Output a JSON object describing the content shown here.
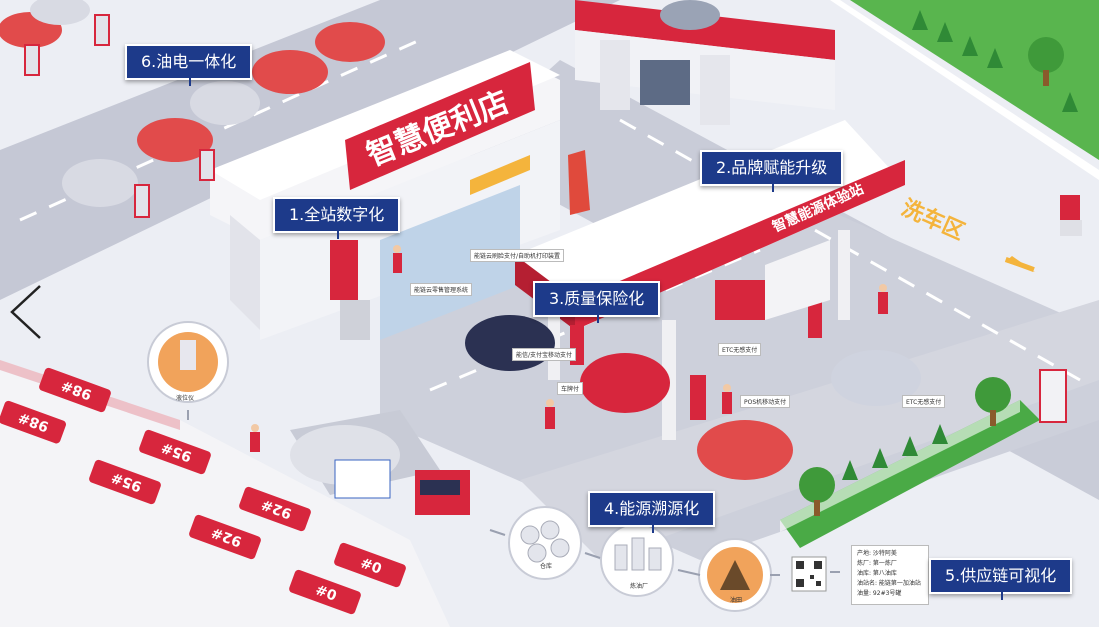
{
  "colors": {
    "brand_red": "#d7263d",
    "callout_blue": "#1d3a8a",
    "road": "#b9bccb",
    "grass": "#3fae4a"
  },
  "store_sign": "智慧便利店",
  "canopy_sign": "智慧能源体验站",
  "wash_sign": "洗车区",
  "callouts": {
    "c1": "1.全站数字化",
    "c2": "2.品牌赋能升级",
    "c3": "3.质量保险化",
    "c4": "4.能源溯源化",
    "c5": "5.供应链可视化",
    "c6": "6.油电一体化"
  },
  "small_labels": {
    "retail_system": "能链云零售管理系统",
    "mobile_pay": "能链云刷脸支付/自助机打印装置",
    "tank_gauge": "液位仪",
    "pay_terminal": "能信/支付宝移动支付",
    "car_pay": "车牌付",
    "etc_pay_1": "ETC无感支付",
    "pos_pay": "POS机移动支付",
    "etc_pay_2": "ETC无感支付",
    "depot": "仓库",
    "refinery": "炼油厂",
    "oilfield": "油田"
  },
  "fuel_grades": [
    "98#",
    "98#",
    "95#",
    "95#",
    "92#",
    "92#",
    "0#",
    "0#"
  ],
  "info_card": {
    "lines": [
      "产地: 沙特阿美",
      "炼厂: 第一炼厂",
      "油库: 第八油库",
      "油站名: 能链第一加油站",
      "油量: 92#3号罐"
    ]
  },
  "icons": {
    "prev": "chevron-left-icon",
    "arrow": "direction-arrow-icon"
  }
}
